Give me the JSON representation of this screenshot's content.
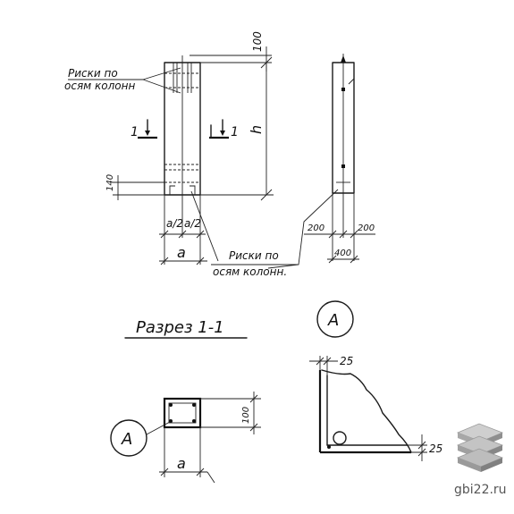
{
  "labels": {
    "marks_top_line1": "Риски по",
    "marks_top_line2": "осям колонн",
    "marks_bottom_line1": "Риски по",
    "marks_bottom_line2": "осям колонн.",
    "section_1_left": "1",
    "section_1_right": "1",
    "dim_100": "100",
    "dim_h": "h",
    "dim_140": "140",
    "dim_half_a_left": "a/2",
    "dim_half_a_right": "a/2",
    "dim_a_top": "a",
    "dim_200_left": "200",
    "dim_200_right": "200",
    "dim_400": "400",
    "section_title": "Разрез 1-1",
    "node_label_top": "А",
    "node_label_left": "А",
    "dim_100_section": "100",
    "dim_a_bottom": "a",
    "dim_25_top": "25",
    "dim_25_right": "25"
  },
  "watermark": {
    "text": "gbi22.ru",
    "icon": "stacked-slabs-icon"
  },
  "colors": {
    "ink": "#111111",
    "paper": "#ffffff",
    "watermark": "#8a8a8a"
  }
}
